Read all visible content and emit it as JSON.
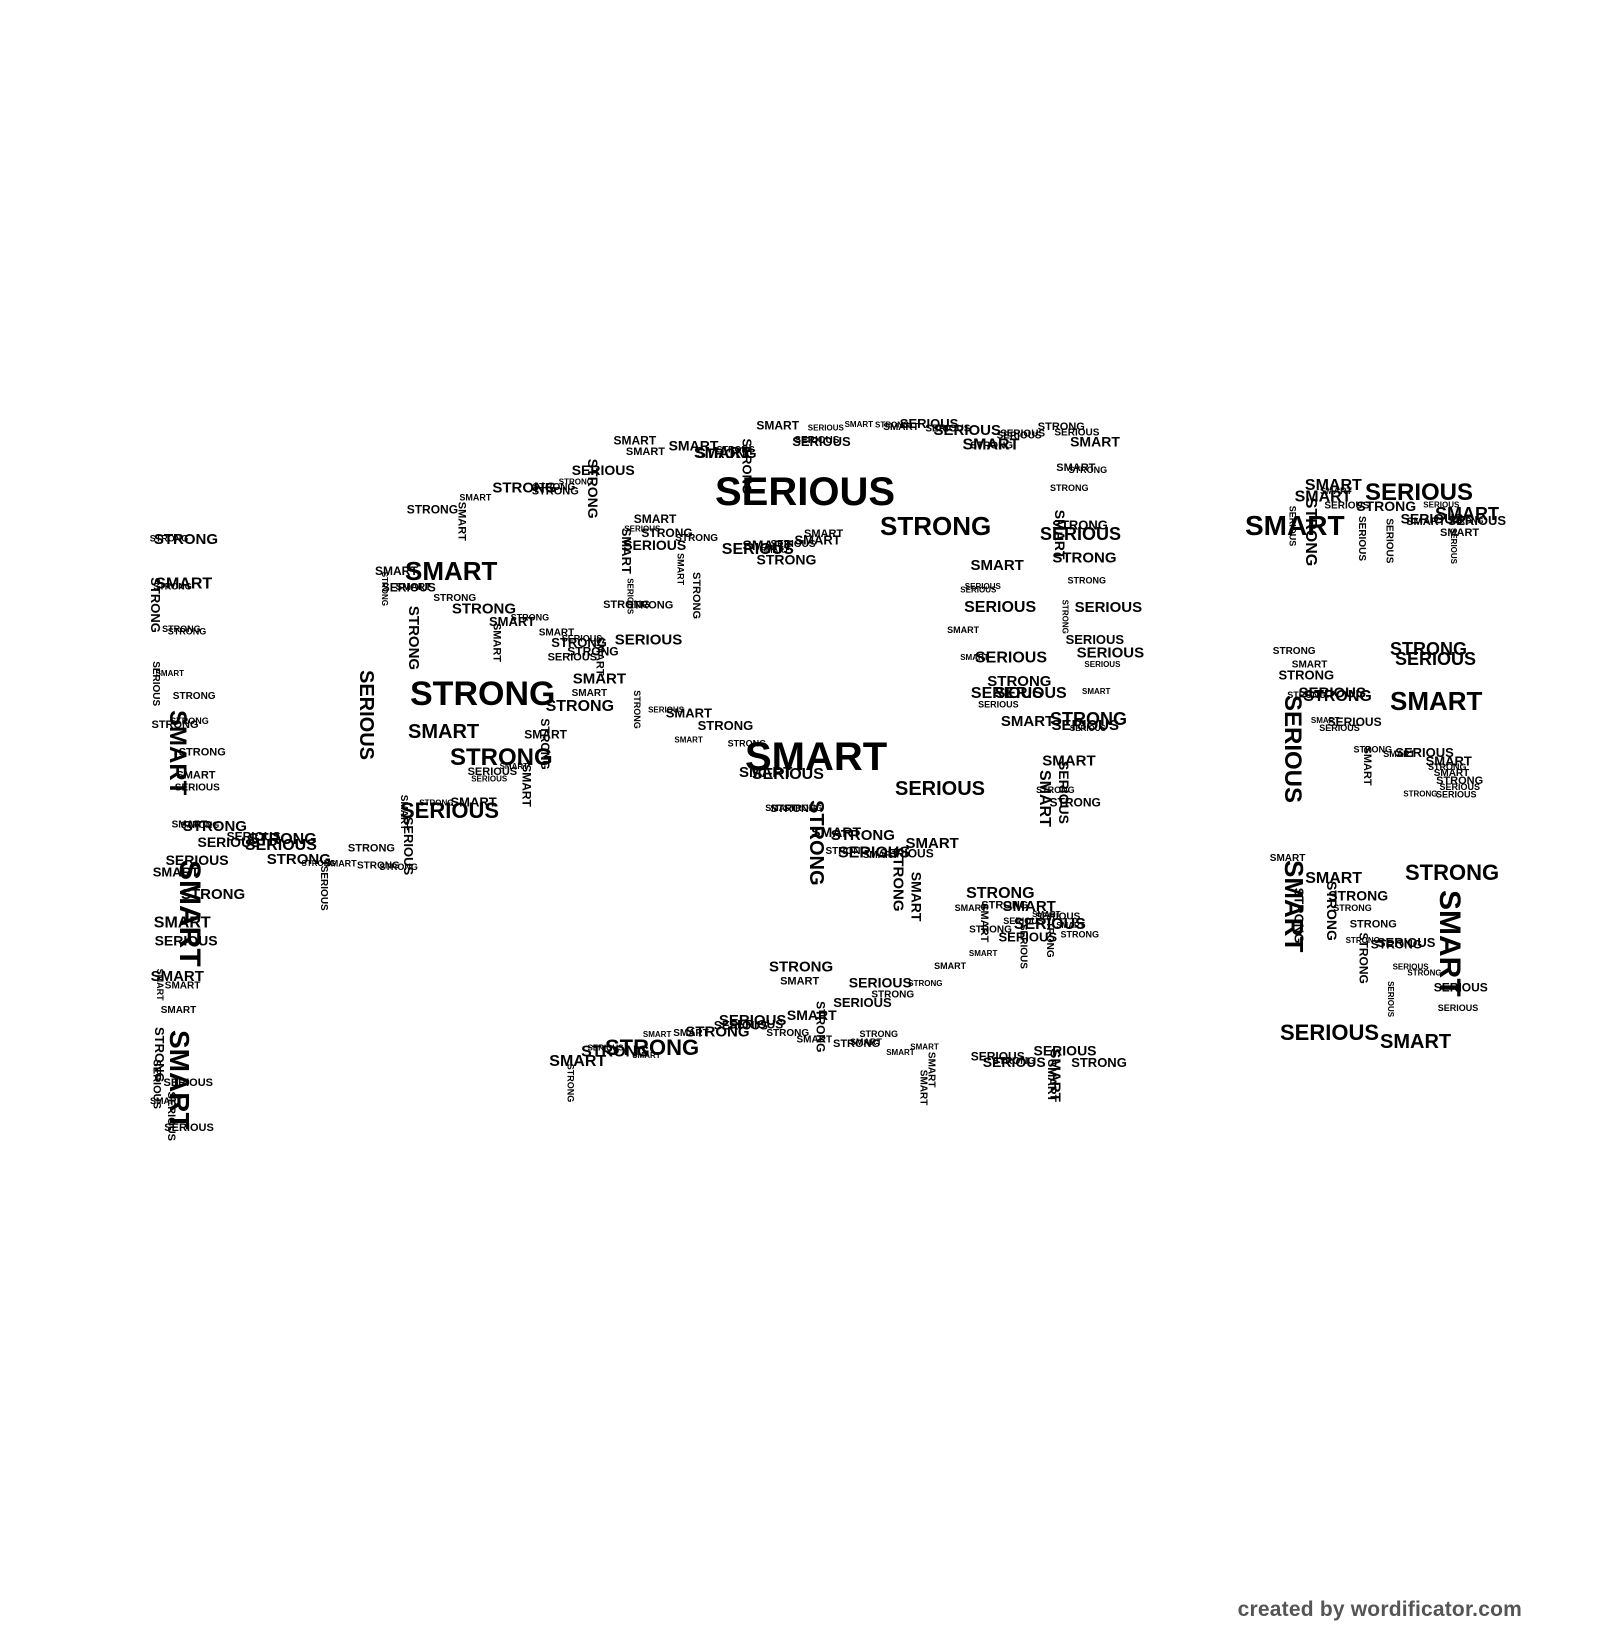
{
  "colors": {
    "background": "#ffffff",
    "ink": "#000000",
    "credit": "#555555"
  },
  "word_cloud": {
    "words": [
      "SMART",
      "STRONG",
      "SERIOUS"
    ]
  },
  "credit": "created by wordificator.com"
}
